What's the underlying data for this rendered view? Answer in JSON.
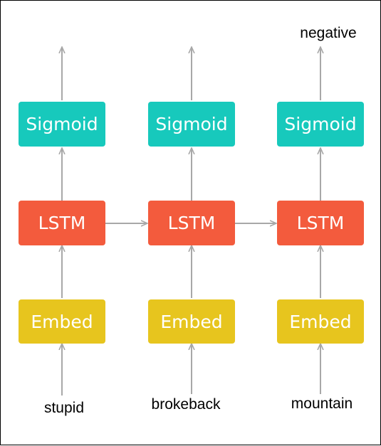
{
  "nodes": {
    "sigmoid": "Sigmoid",
    "lstm": "LSTM",
    "embed": "Embed"
  },
  "words": {
    "input_1": "stupid",
    "input_2": "brokeback",
    "input_3": "mountain",
    "output": "negative"
  },
  "colors": {
    "sigmoid": "#17c9bc",
    "lstm": "#f35b3d",
    "embed": "#e7c51e",
    "arrow": "#a8a8a8"
  }
}
